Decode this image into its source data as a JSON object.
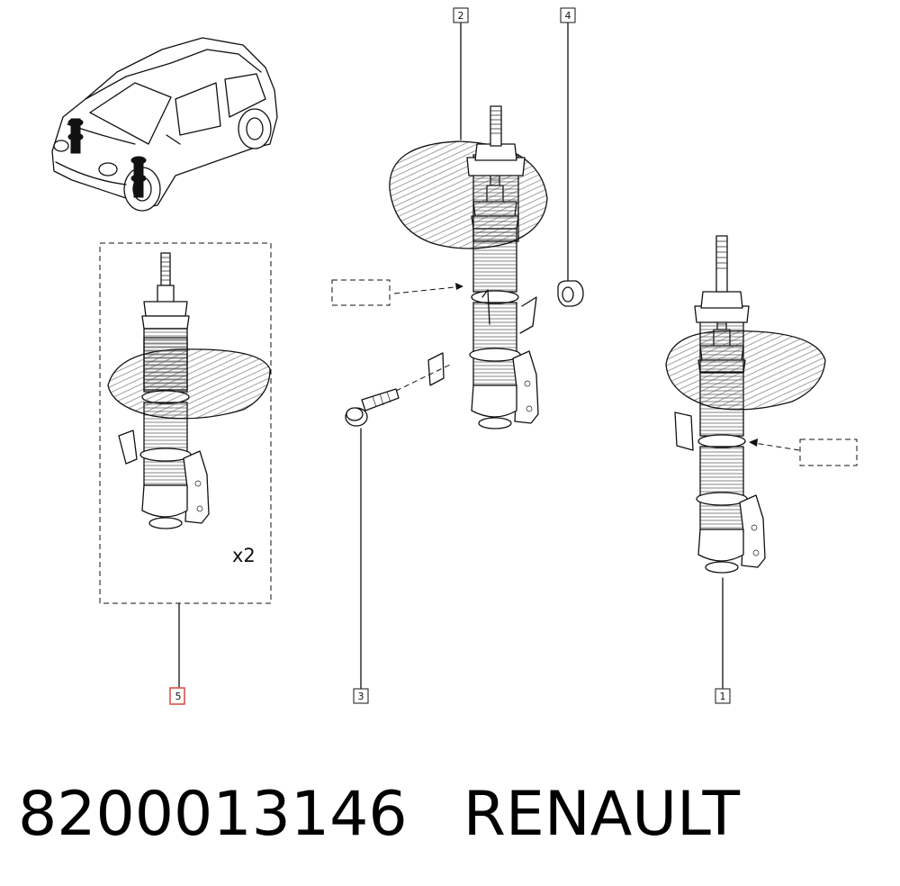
{
  "callouts": [
    {
      "label": "1"
    },
    {
      "label": "2"
    },
    {
      "label": "3"
    },
    {
      "label": "4"
    },
    {
      "label": "5",
      "highlighted": true
    }
  ],
  "quantity_note": "x2",
  "footer": {
    "part_number": "8200013146",
    "brand": "RENAULT"
  },
  "colors": {
    "line": "#111111",
    "highlight_box": "#d9534f",
    "background": "#ffffff"
  }
}
